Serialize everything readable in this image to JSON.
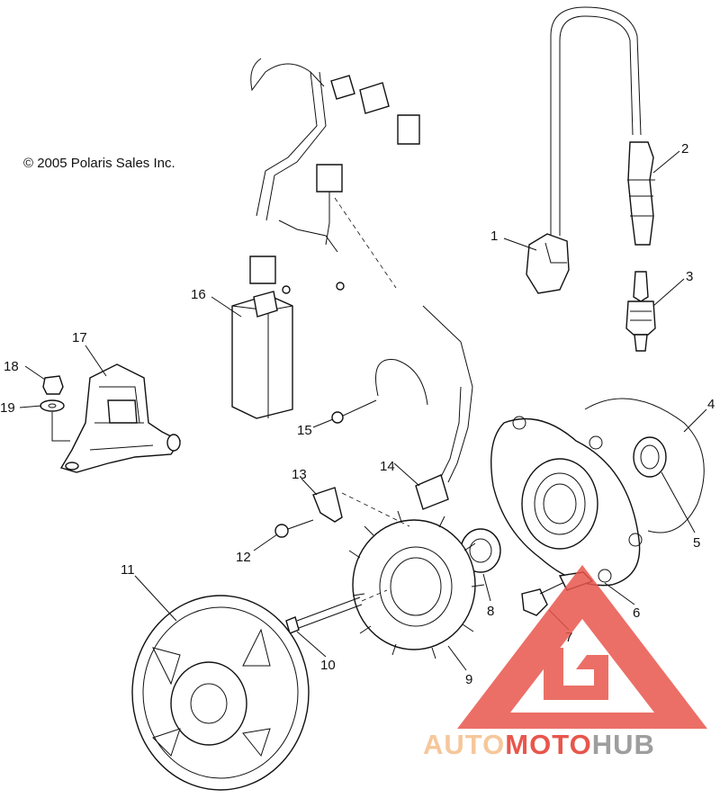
{
  "copyright": "© 2005 Polaris Sales Inc.",
  "callouts": [
    {
      "id": "1",
      "label": "1"
    },
    {
      "id": "2",
      "label": "2"
    },
    {
      "id": "3",
      "label": "3"
    },
    {
      "id": "4",
      "label": "4"
    },
    {
      "id": "5",
      "label": "5"
    },
    {
      "id": "6",
      "label": "6"
    },
    {
      "id": "7",
      "label": "7"
    },
    {
      "id": "8",
      "label": "8"
    },
    {
      "id": "9",
      "label": "9"
    },
    {
      "id": "10",
      "label": "10"
    },
    {
      "id": "11",
      "label": "11"
    },
    {
      "id": "12",
      "label": "12"
    },
    {
      "id": "13",
      "label": "13"
    },
    {
      "id": "14",
      "label": "14"
    },
    {
      "id": "15",
      "label": "15"
    },
    {
      "id": "16",
      "label": "16"
    },
    {
      "id": "17",
      "label": "17"
    },
    {
      "id": "18",
      "label": "18"
    },
    {
      "id": "19",
      "label": "19"
    }
  ],
  "watermark": {
    "part1": "AUTO",
    "part2": "MOTO",
    "part3": "HUB",
    "color_light": "#f6c79a",
    "color_red": "#e8564c",
    "color_gray": "#9e9e9e"
  }
}
